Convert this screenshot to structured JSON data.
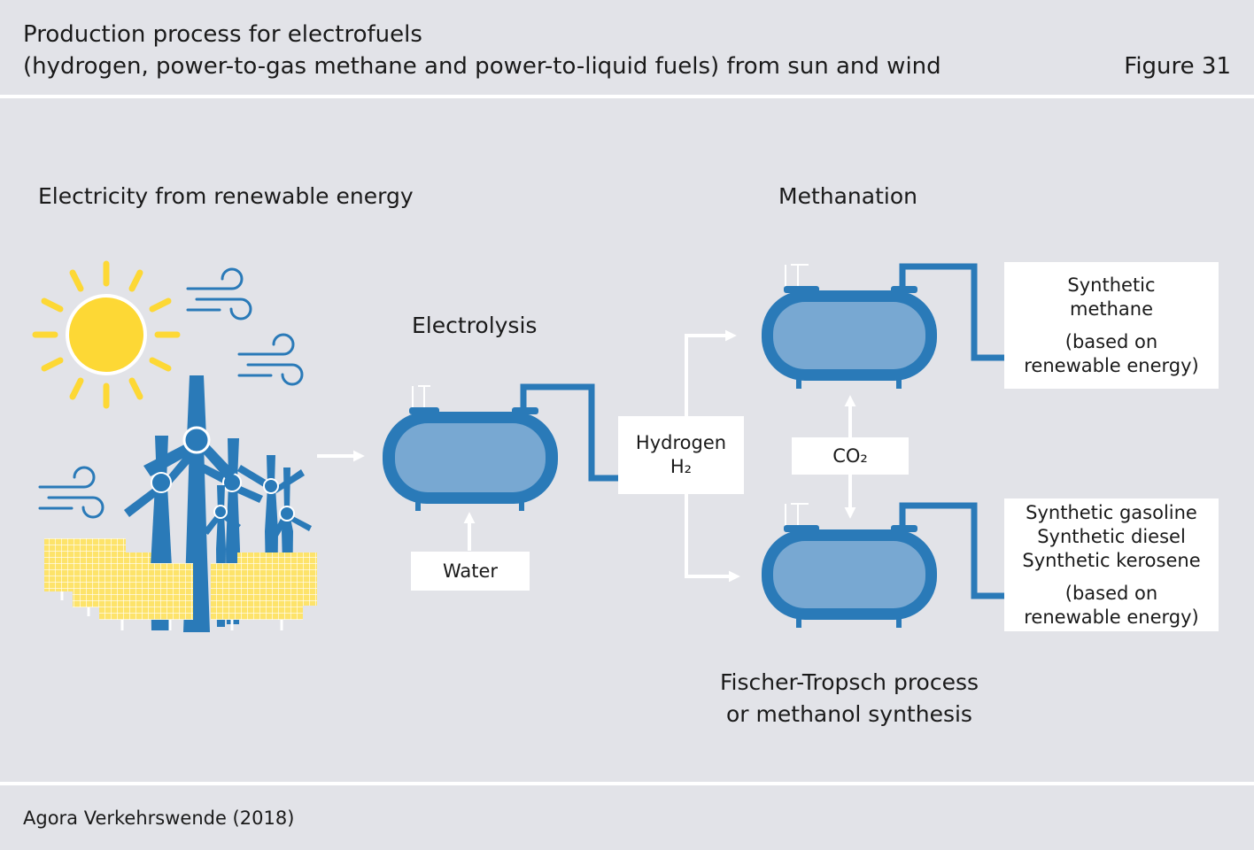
{
  "header": {
    "title_line1": "Production process for electrofuels",
    "title_line2": "(hydrogen, power-to-gas methane and power-to-liquid fuels) from sun and wind",
    "figure_label": "Figure 31"
  },
  "diagram": {
    "renewable_heading": "Electricity from renewable energy",
    "electrolysis_heading": "Electrolysis",
    "methanation_heading": "Methanation",
    "ft_heading_line1": "Fischer-Tropsch process",
    "ft_heading_line2": "or methanol synthesis",
    "water_label": "Water",
    "hydrogen_label_line1": "Hydrogen",
    "hydrogen_label_line2": "H₂",
    "co2_label": "CO₂",
    "methane_output_line1": "Synthetic",
    "methane_output_line2": "methane",
    "methane_note_line1": "(based on",
    "methane_note_line2": "renewable energy)",
    "liquid_output_line1": "Synthetic gasoline",
    "liquid_output_line2": "Synthetic diesel",
    "liquid_output_line3": "Synthetic kerosene",
    "liquid_note_line1": "(based on",
    "liquid_note_line2": "renewable energy)",
    "icons": [
      "sun-icon",
      "wind-icon",
      "wind-turbine-icon",
      "solar-panel-icon",
      "tank-icon",
      "arrow-icon"
    ]
  },
  "colors": {
    "background": "#e2e3e8",
    "tank_outline": "#2a7ab8",
    "tank_fill": "#78a8d2",
    "sun": "#fdd835",
    "solar_panel": "#fde36a",
    "turbine": "#2a7ab8"
  },
  "footer": {
    "source": "Agora Verkehrswende (2018)"
  }
}
